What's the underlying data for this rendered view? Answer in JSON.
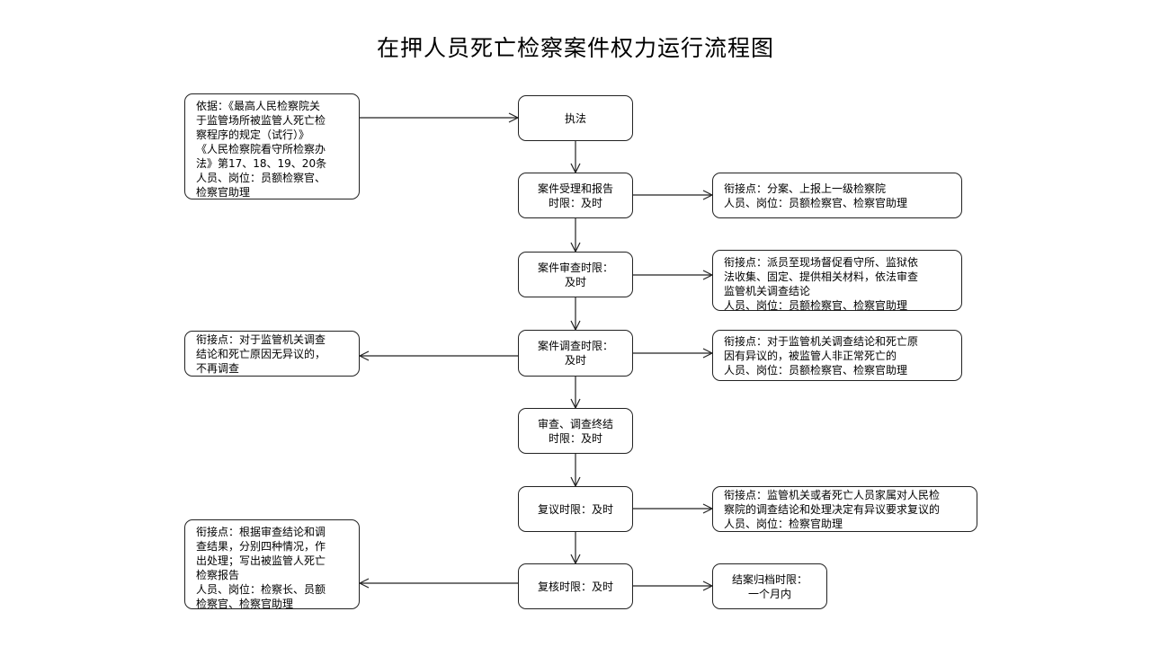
{
  "title": "在押人员死亡检察案件权力运行流程图",
  "nodes": {
    "basis": "依据：《最高人民检察院关\n于监管场所被监管人死亡检\n察程序的规定（试行）》\n《人民检察院看守所检察办\n法》第17、18、19、20条\n人员、岗位：员额检察官、\n检察官助理",
    "enforce": "执法",
    "accept": "案件受理和报告\n时限：及时",
    "review": "案件审查时限：\n及时",
    "investigate": "案件调查时限：\n及时",
    "conclude": "审查、调查终结\n时限：及时",
    "reconsider": "复议时限：及时",
    "recheck": "复核时限：及时",
    "link_accept": "衔接点：分案、上报上一级检察院\n人员、岗位：员额检察官、检察官助理",
    "link_review": "衔接点：派员至现场督促看守所、监狱依\n法收集、固定、提供相关材料，依法审查\n监管机关调查结论\n人员、岗位：员额检察官、检察官助理",
    "link_invest_left": "衔接点：对于监管机关调查\n结论和死亡原因无异议的，\n不再调查",
    "link_invest_right": "衔接点：对于监管机关调查结论和死亡原\n因有异议的，被监管人非正常死亡的\n人员、岗位：员额检察官、检察官助理",
    "link_reconsider": "衔接点：监管机关或者死亡人员家属对人民检\n察院的调查结论和处理决定有异议要求复议的\n人员、岗位：检察官助理",
    "link_recheck_left": "衔接点：根据审查结论和调\n查结果，分别四种情况，作\n出处理；写出被监管人死亡\n检察报告\n人员、岗位：检察长、员额\n检察官、检察官助理",
    "archive": "结案归档时限：\n一个月内"
  }
}
